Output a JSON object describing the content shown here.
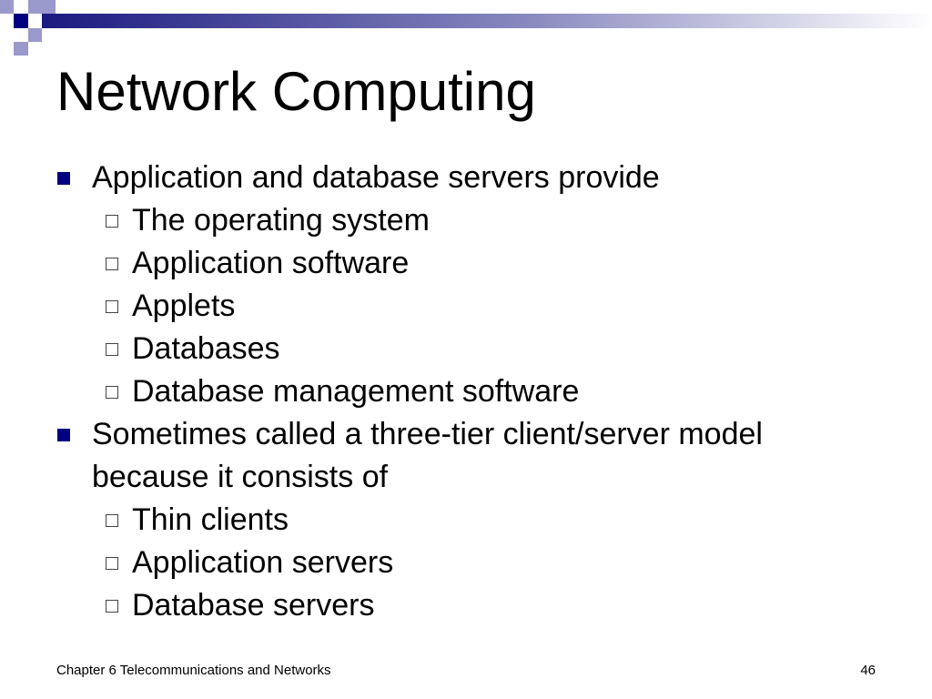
{
  "slide": {
    "title": "Network Computing",
    "bullets": [
      {
        "level": 1,
        "text": "Application and database servers provide"
      },
      {
        "level": 2,
        "text": "The operating system"
      },
      {
        "level": 2,
        "text": "Application software"
      },
      {
        "level": 2,
        "text": "Applets"
      },
      {
        "level": 2,
        "text": "Databases"
      },
      {
        "level": 2,
        "text": "Database management software"
      },
      {
        "level": 1,
        "text": "Sometimes called a three-tier client/server model because it consists of"
      },
      {
        "level": 2,
        "text": "Thin clients"
      },
      {
        "level": 2,
        "text": "Application servers"
      },
      {
        "level": 2,
        "text": "Database servers"
      }
    ]
  },
  "footer": {
    "chapter": "Chapter 6 Telecommunications and Networks",
    "page_number": "46"
  },
  "colors": {
    "accent": "#000080",
    "square_light": "#9999CC",
    "bar_gradient_start": "#1A1A80",
    "bar_gradient_end": "#FFFFFF"
  }
}
